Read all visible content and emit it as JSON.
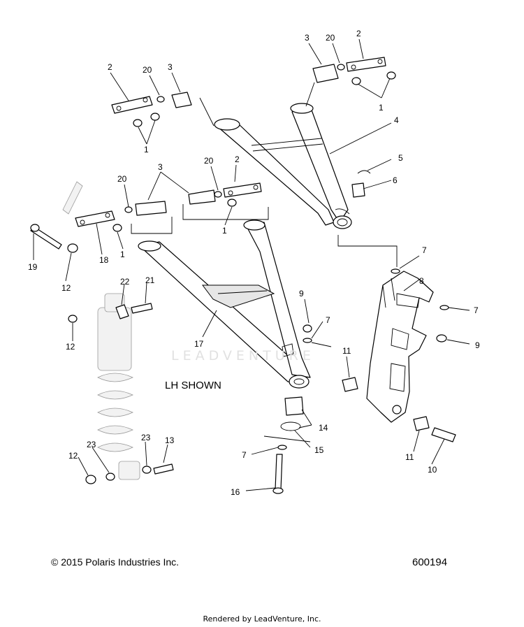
{
  "diagram": {
    "title_note": "LH SHOWN",
    "copyright": "© 2015 Polaris Industries Inc.",
    "drawing_number": "600194",
    "footer": "Rendered by LeadVenture, Inc.",
    "watermark": "LEADVENTURE"
  },
  "callouts": [
    {
      "id": "c1a",
      "label": "2"
    },
    {
      "id": "c1b",
      "label": "20"
    },
    {
      "id": "c1c",
      "label": "3"
    },
    {
      "id": "c1d",
      "label": "1"
    },
    {
      "id": "c2a",
      "label": "3"
    },
    {
      "id": "c2b",
      "label": "20"
    },
    {
      "id": "c2c",
      "label": "2"
    },
    {
      "id": "c2d",
      "label": "1"
    },
    {
      "id": "c4",
      "label": "4"
    },
    {
      "id": "c5",
      "label": "5"
    },
    {
      "id": "c6",
      "label": "6"
    },
    {
      "id": "c3a",
      "label": "3"
    },
    {
      "id": "c20a",
      "label": "20"
    },
    {
      "id": "c20b",
      "label": "20"
    },
    {
      "id": "c2e",
      "label": "2"
    },
    {
      "id": "c1e",
      "label": "1"
    },
    {
      "id": "c1f",
      "label": "1"
    },
    {
      "id": "c18",
      "label": "18"
    },
    {
      "id": "c19",
      "label": "19"
    },
    {
      "id": "c12a",
      "label": "12"
    },
    {
      "id": "c22",
      "label": "22"
    },
    {
      "id": "c21",
      "label": "21"
    },
    {
      "id": "c12b",
      "label": "12"
    },
    {
      "id": "c17",
      "label": "17"
    },
    {
      "id": "c9a",
      "label": "9"
    },
    {
      "id": "c7a",
      "label": "7"
    },
    {
      "id": "c7b",
      "label": "7"
    },
    {
      "id": "c8",
      "label": "8"
    },
    {
      "id": "c7c",
      "label": "7"
    },
    {
      "id": "c9b",
      "label": "9"
    },
    {
      "id": "c11a",
      "label": "11"
    },
    {
      "id": "c14",
      "label": "14"
    },
    {
      "id": "c15",
      "label": "15"
    },
    {
      "id": "c7d",
      "label": "7"
    },
    {
      "id": "c11b",
      "label": "11"
    },
    {
      "id": "c10",
      "label": "10"
    },
    {
      "id": "c16",
      "label": "16"
    },
    {
      "id": "c12c",
      "label": "12"
    },
    {
      "id": "c23a",
      "label": "23"
    },
    {
      "id": "c23b",
      "label": "23"
    },
    {
      "id": "c13",
      "label": "13"
    }
  ]
}
